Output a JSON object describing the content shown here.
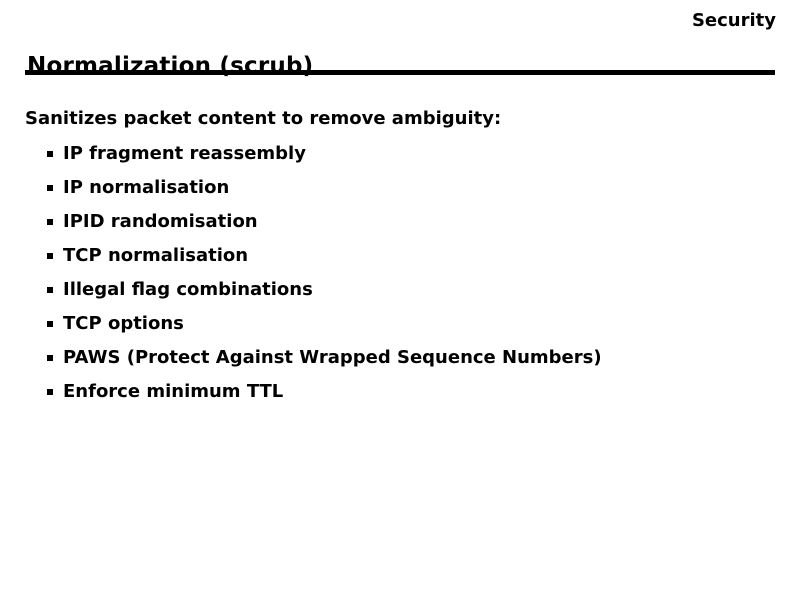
{
  "slide": {
    "corner_label": "Security",
    "title": "Normalization (scrub)",
    "intro": "Sanitizes packet content to remove ambiguity:",
    "bullets": [
      "IP fragment reassembly",
      "IP normalisation",
      "IPID randomisation",
      "TCP normalisation",
      "Illegal flag combinations",
      "TCP options",
      "PAWS (Protect Against Wrapped Sequence Numbers)",
      "Enforce minimum TTL"
    ]
  }
}
